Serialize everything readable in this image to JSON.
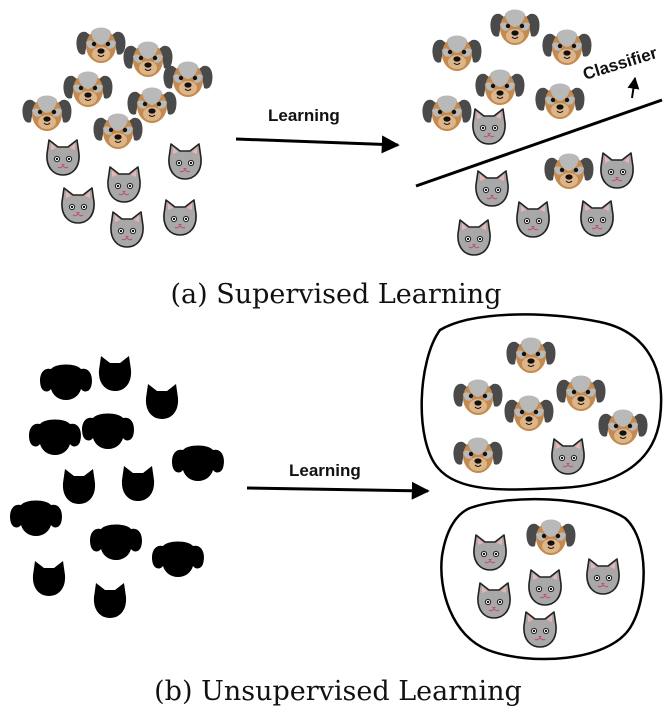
{
  "top": {
    "arrow_label": "Learning",
    "classifier_label": "Classifier",
    "caption": "(a) Supervised Learning"
  },
  "bottom": {
    "arrow_label": "Learning",
    "caption": "(b) Unsupervised Learning"
  },
  "icons": {
    "dog": "dog-face-icon",
    "cat": "cat-face-icon",
    "unlabeled_dog": "dog-silhouette-icon",
    "unlabeled_cat": "cat-silhouette-icon"
  },
  "colors": {
    "dog_face": "#c58a4d",
    "dog_ear": "#4a4a4a",
    "dog_patch": "#b9b9b9",
    "cat_face": "#a8a8a8",
    "silhouette": "#000000",
    "line": "#000000"
  }
}
